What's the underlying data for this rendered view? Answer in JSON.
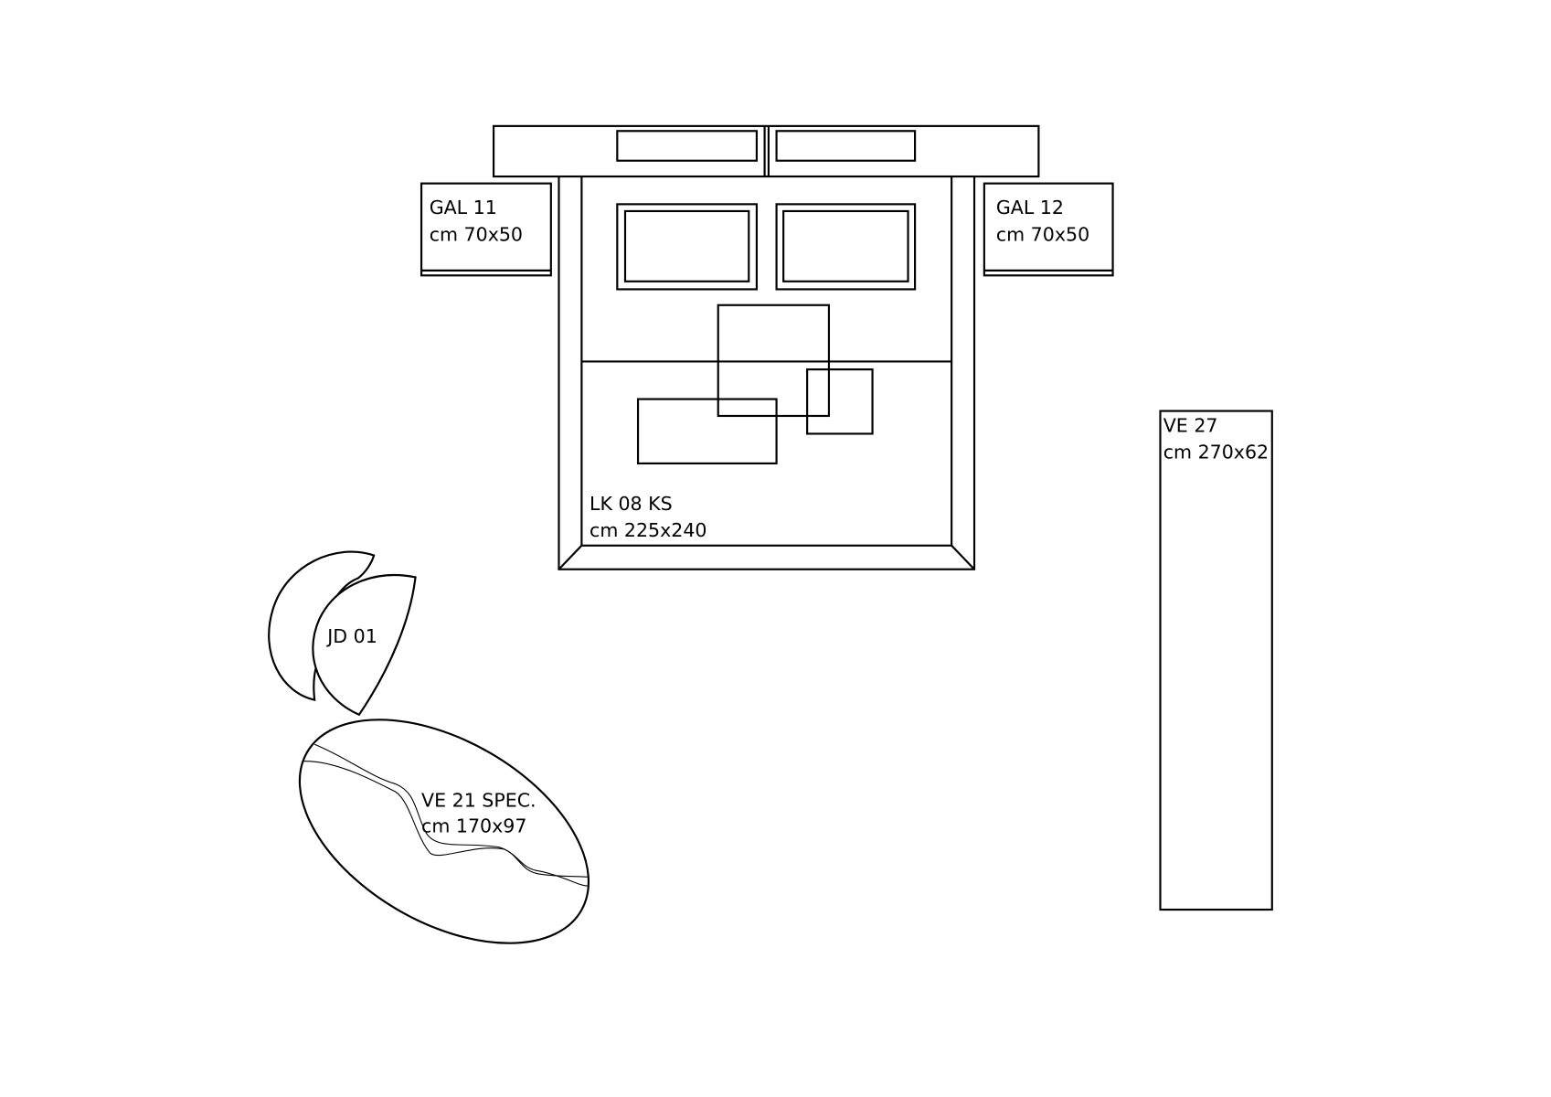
{
  "items": {
    "gal11": {
      "name": "GAL 11",
      "size": "cm 70x50"
    },
    "gal12": {
      "name": "GAL 12",
      "size": "cm 70x50"
    },
    "bed": {
      "name": "LK 08 KS",
      "size": "cm 225x240"
    },
    "rug_runner": {
      "name": "VE 27",
      "size": "cm 270x62"
    },
    "chair": {
      "name": "JD 01"
    },
    "rug_oval": {
      "name": "VE 21 SPEC.",
      "size": "cm 170x97"
    }
  },
  "colors": {
    "line": "#000000",
    "background": "#ffffff"
  }
}
